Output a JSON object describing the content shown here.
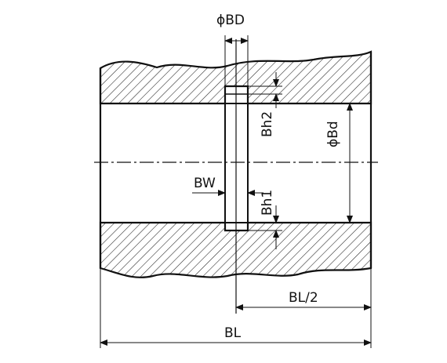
{
  "labels": {
    "bore_dia": "ϕBD",
    "body_dia": "ϕBd",
    "bh2": "Bh2",
    "bh1": "Bh1",
    "bw": "BW",
    "half_length": "BL/2",
    "length": "BL"
  },
  "colors": {
    "line": "#111111",
    "hatch": "#222222",
    "background": "#ffffff"
  }
}
